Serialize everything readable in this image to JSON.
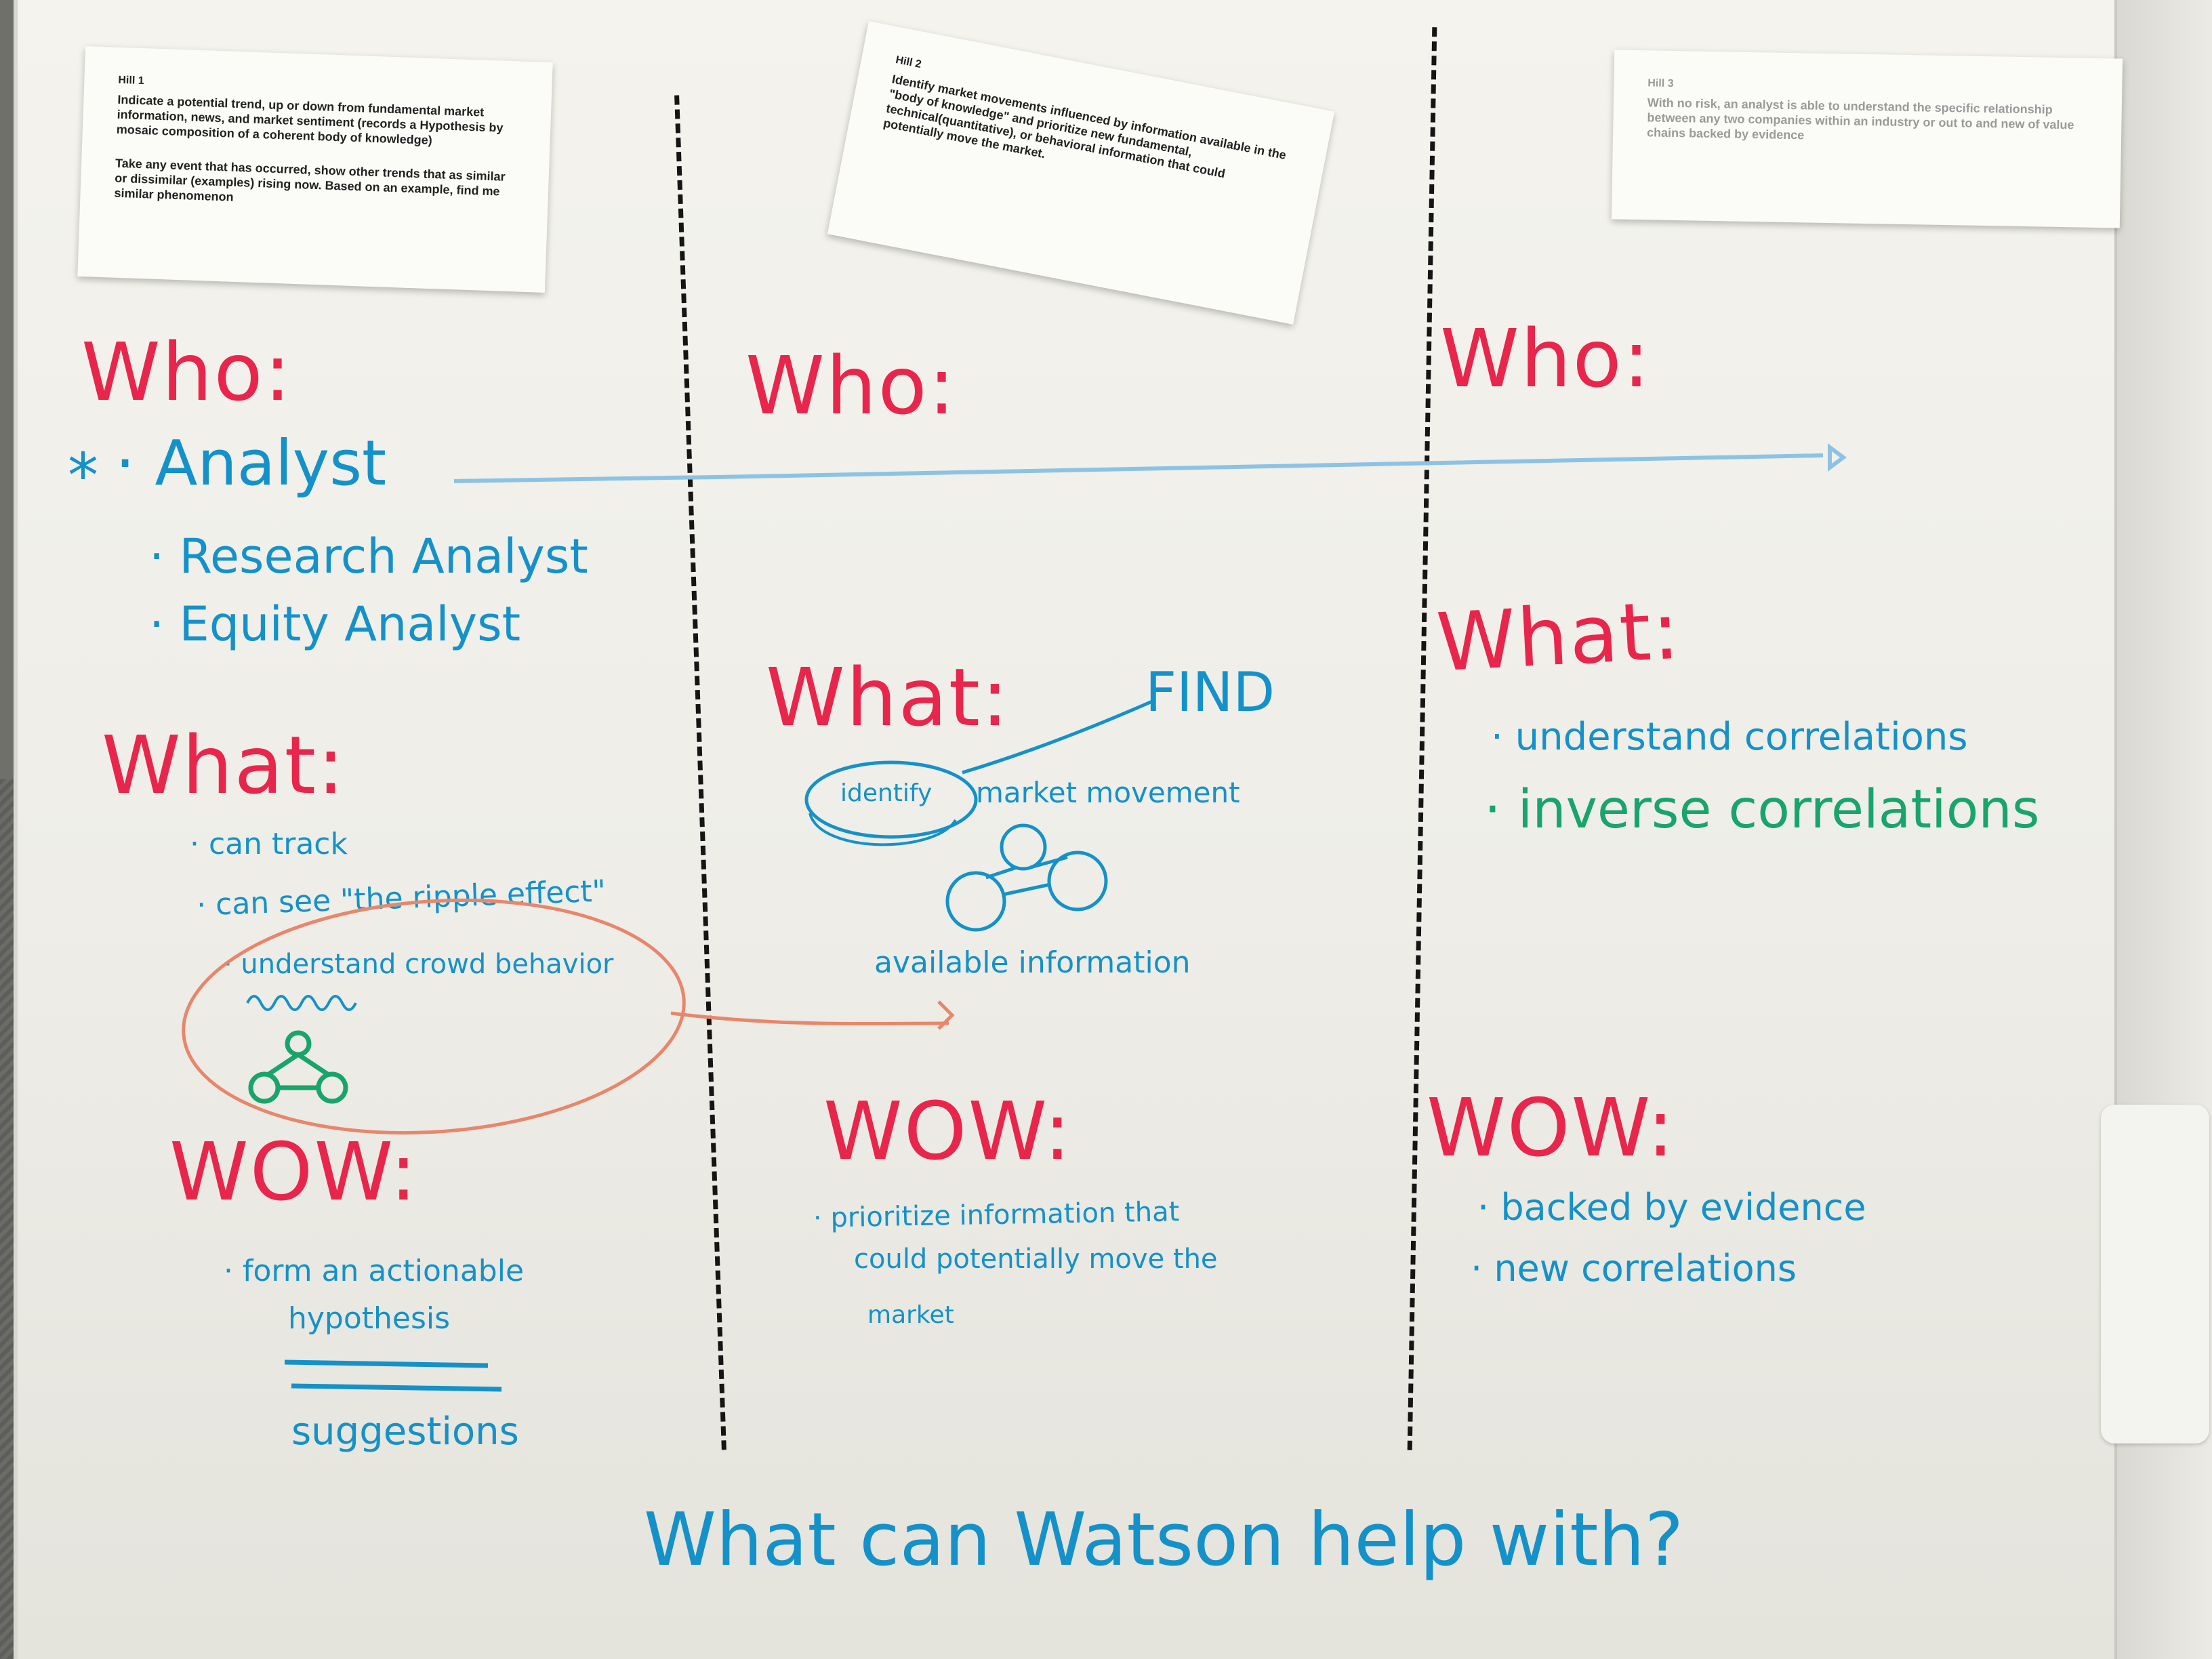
{
  "cards": {
    "left": {
      "heading": "Hill 1",
      "text": "Indicate a potential trend, up or down from fundamental market information, news, and market sentiment (records a Hypothesis by mosaic composition of a coherent body of knowledge)",
      "text2": "Take any event that has occurred, show other trends that as similar or dissimilar (examples) rising now. Based on an example, find me similar phenomenon"
    },
    "middle": {
      "heading": "Hill 2",
      "text": "Identify market movements influenced by information available in the \"body of knowledge\" and prioritize new fundamental, technical(quantitative), or behavioral information that could potentially move the market."
    },
    "right": {
      "heading": "Hill 3",
      "text": "With no risk, an analyst is able to understand the specific relationship between any two companies within an industry or out to and new of value chains backed by evidence"
    }
  },
  "col1": {
    "who": "Who:",
    "star": "*",
    "who_items": [
      "· Analyst",
      "· Research Analyst",
      "· Equity Analyst"
    ],
    "what": "What:",
    "what_items": [
      "· can track",
      "· can see \"the ripple effect\"",
      "· understand crowd behavior"
    ],
    "wow": "WOW:",
    "wow_items": [
      "· form an actionable",
      "hypothesis",
      "suggestions"
    ]
  },
  "col2": {
    "who": "Who:",
    "what": "What:",
    "find": "FIND",
    "identify": "identify",
    "market_movement": "market movement",
    "available_information": "available information",
    "wow": "WOW:",
    "wow_items": [
      "· prioritize information that",
      "could potentially move the",
      "market"
    ]
  },
  "col3": {
    "who": "Who:",
    "what": "What:",
    "what_items": [
      "· understand correlations",
      "· inverse correlations"
    ],
    "wow": "WOW:",
    "wow_items": [
      "· backed by evidence",
      "· new correlations"
    ]
  },
  "bottom": {
    "question": "What can Watson help with?"
  },
  "colors": {
    "red": "#e8264b",
    "blue": "#1591c9",
    "green": "#18a46a",
    "orange": "#e8866b"
  }
}
